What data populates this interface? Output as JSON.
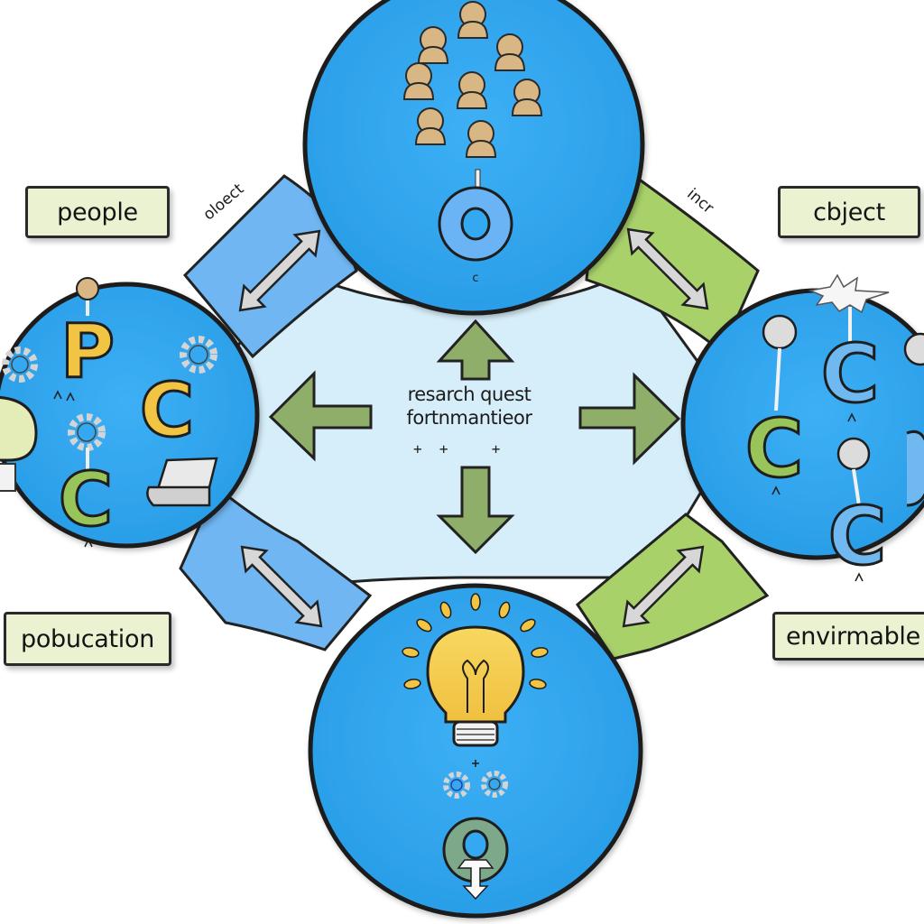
{
  "diagram": {
    "center": {
      "title_line1": "resarch quest",
      "title_line2": "fortnmantieor",
      "marks": "+  +     +"
    },
    "labels": {
      "people": "people",
      "object": "cbject",
      "population": "pobucation",
      "environment": "envirmable"
    },
    "connector_labels": {
      "top_left": "oloect",
      "top_right": "incr"
    },
    "nodes": [
      {
        "id": "top",
        "theme": "people",
        "letter": "O",
        "caption": "c"
      },
      {
        "id": "left",
        "theme": "concepts",
        "letters": [
          "P",
          "C",
          "C"
        ]
      },
      {
        "id": "right",
        "theme": "objects",
        "letters": [
          "C",
          "C",
          "C"
        ]
      },
      {
        "id": "bottom",
        "theme": "idea",
        "letter": "O"
      }
    ],
    "colors": {
      "circle_fill": "#35a8f2",
      "center_fill": "#d6eef9",
      "blue_band": "#6fb6f2",
      "green_band": "#a9d16a",
      "center_arrow": "#8fae6a",
      "yellow": "#f2c443",
      "green_letter": "#98c45a",
      "light_blue_letter": "#6fb8f0",
      "label_fill": "#eaf2d2"
    }
  }
}
